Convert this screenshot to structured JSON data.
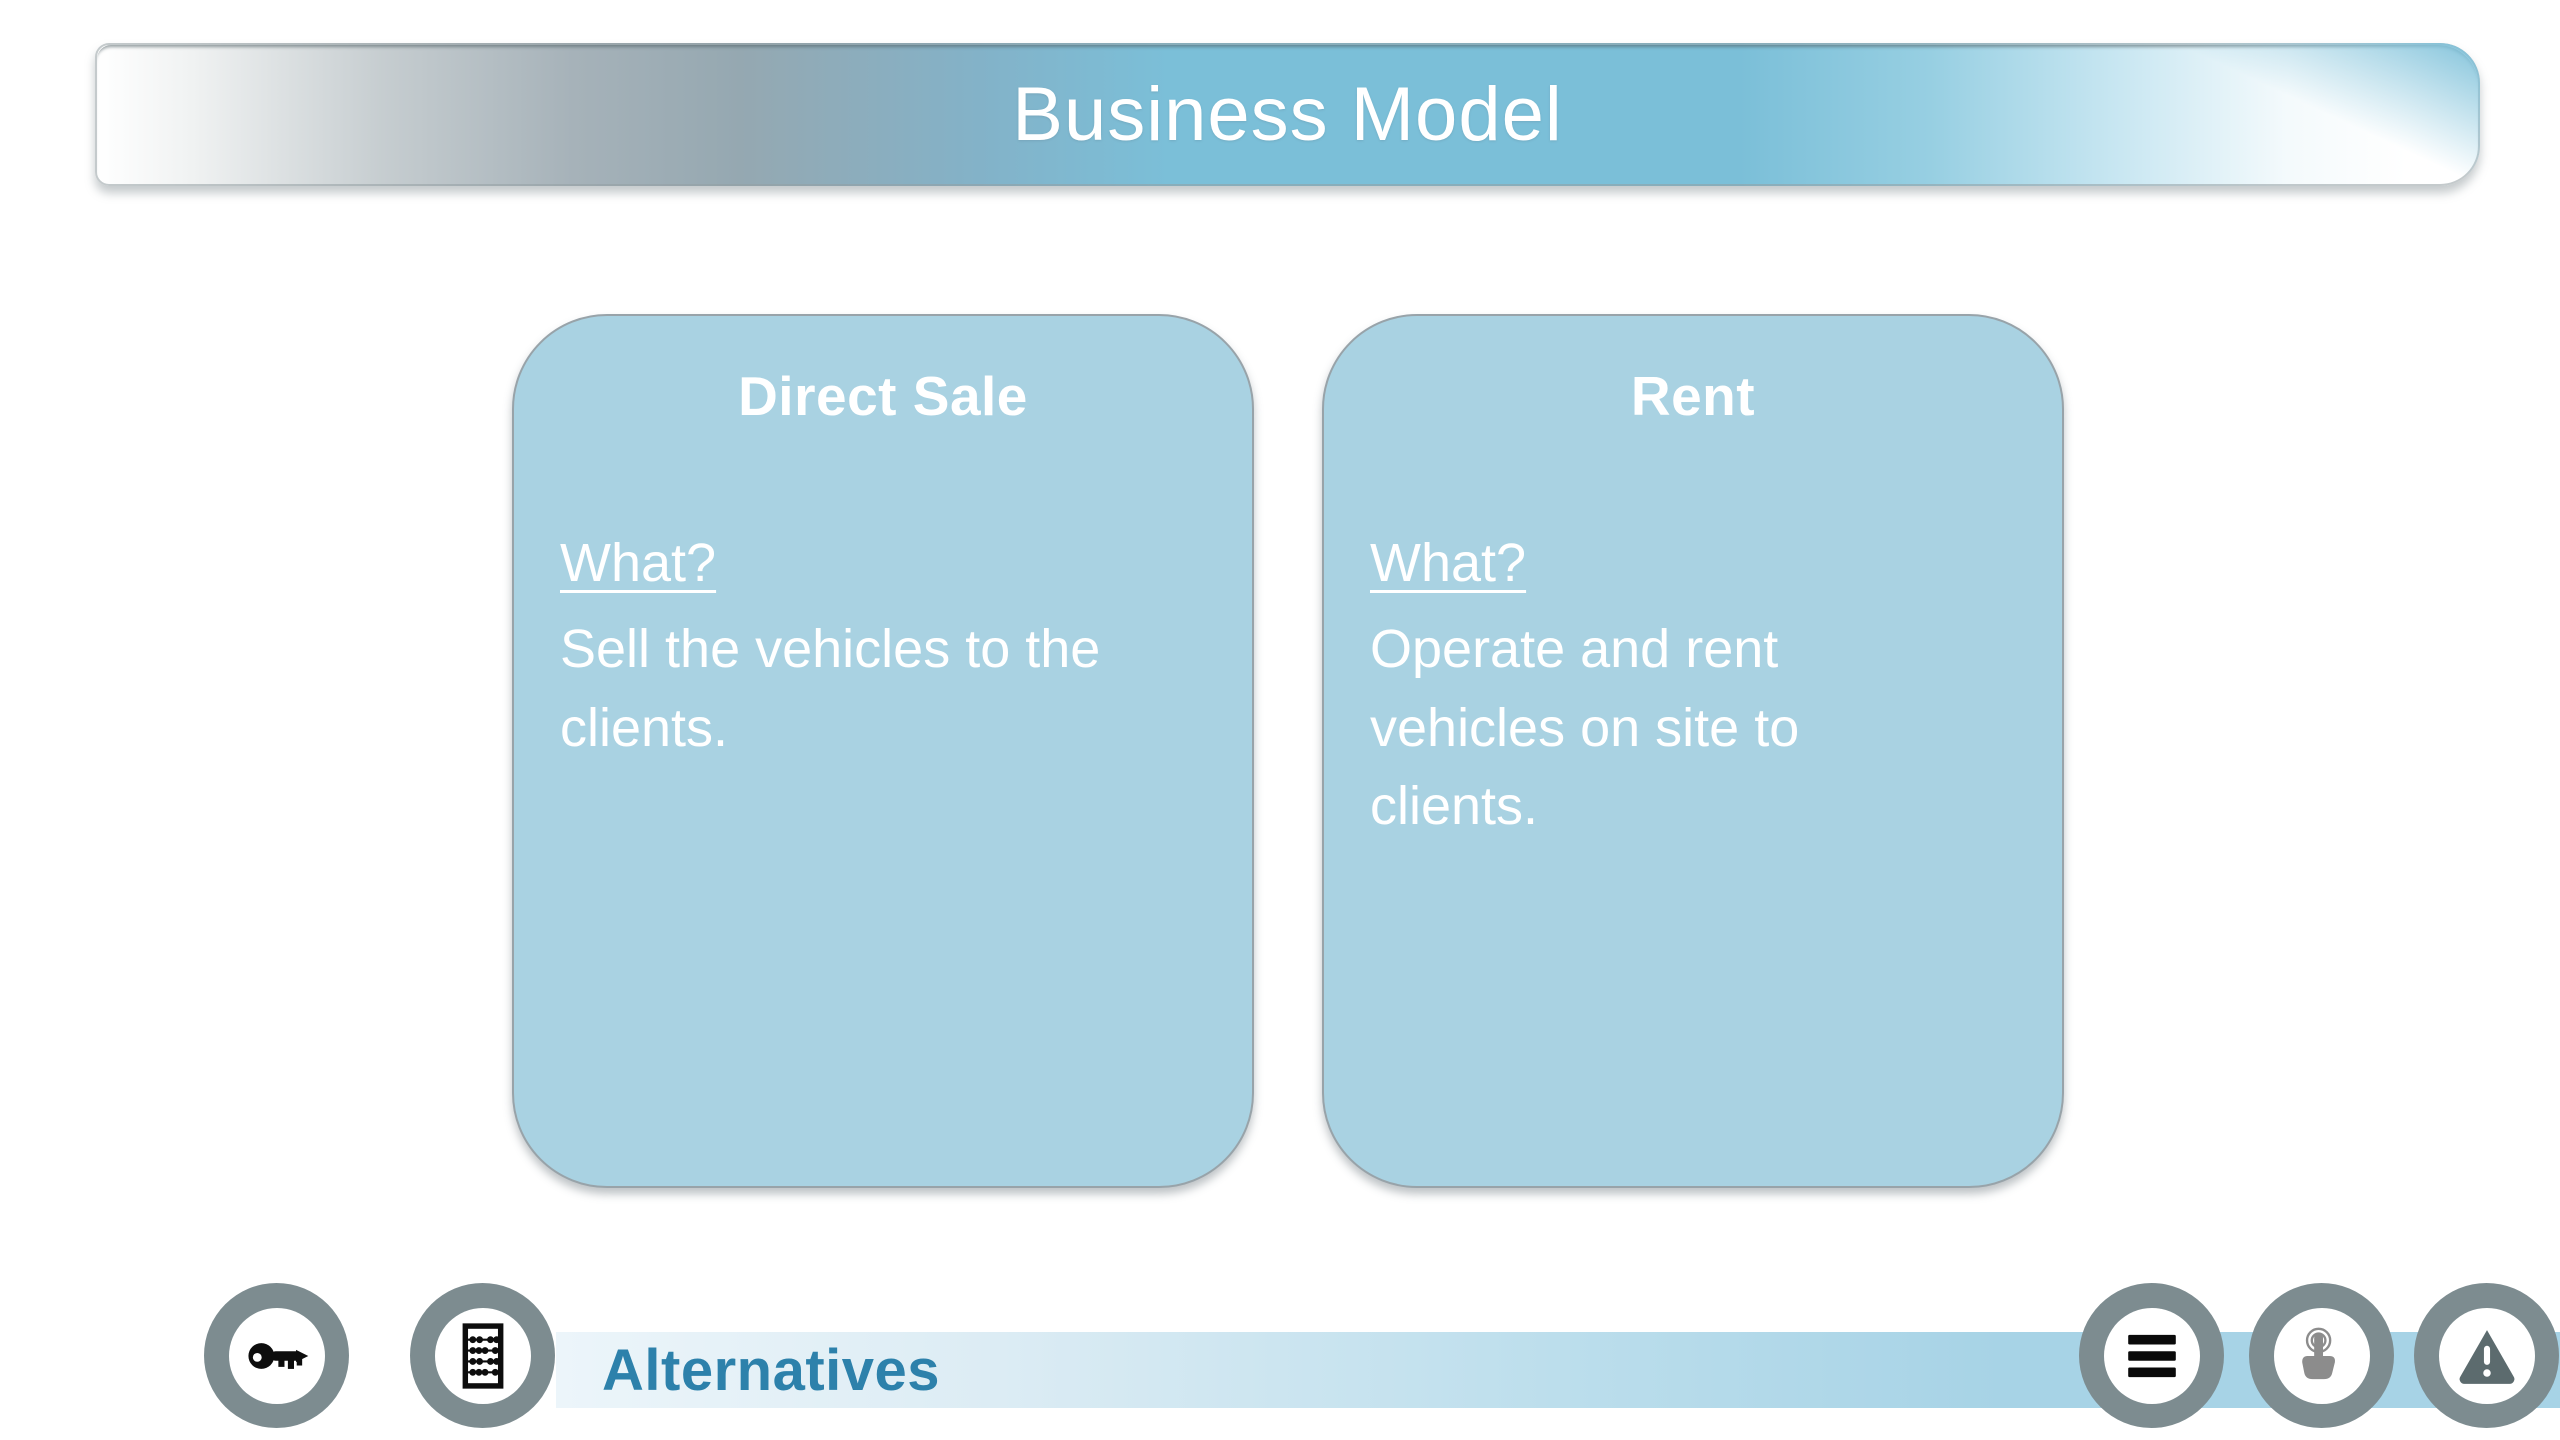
{
  "header": {
    "title": "Business Model"
  },
  "cards": [
    {
      "title": "Direct Sale",
      "question_label": "What?",
      "description": "Sell the vehicles to the clients."
    },
    {
      "title": "Rent",
      "question_label": "What?",
      "description": "Operate and rent vehicles on site to clients."
    }
  ],
  "footer": {
    "section_label": "Alternatives",
    "left_buttons": [
      {
        "icon": "key-icon"
      },
      {
        "icon": "abacus-icon"
      }
    ],
    "right_buttons": [
      {
        "icon": "menu-icon"
      },
      {
        "icon": "touch-icon"
      },
      {
        "icon": "warning-icon"
      }
    ]
  },
  "colors": {
    "header_blue": "#7bbfd8",
    "card_blue": "#a9d2e2",
    "footer_band_blue": "#a7d3e6",
    "accent_text_blue": "#2d81ab",
    "icon_ring_gray": "#7d8c90",
    "warning_triangle_gray": "#5c6b6e",
    "touch_hand_gray": "#8c8c8c"
  }
}
